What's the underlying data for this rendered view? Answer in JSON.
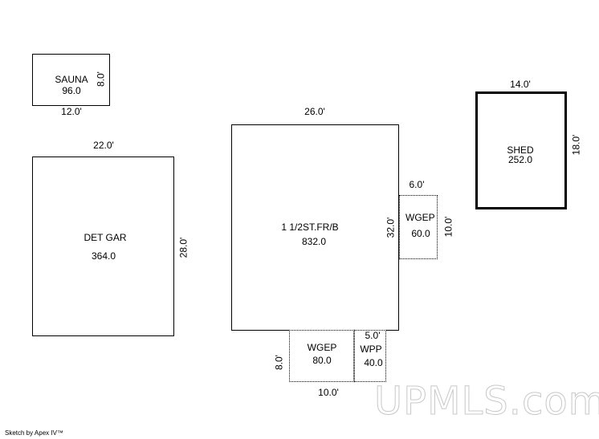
{
  "sauna": {
    "name": "SAUNA",
    "area": "96.0",
    "width": "12.0'",
    "height": "8.0'"
  },
  "det_gar": {
    "name": "DET GAR",
    "area": "364.0",
    "width": "22.0'",
    "height": "28.0'"
  },
  "house": {
    "name": "1 1/2ST.FR/B",
    "area": "832.0",
    "width": "26.0'",
    "height": "32.0'"
  },
  "wgep_side": {
    "name": "WGEP",
    "area": "60.0",
    "width": "6.0'",
    "height": "10.0'"
  },
  "wgep_bottom": {
    "name": "WGEP",
    "area": "80.0",
    "width": "10.0'",
    "height": "8.0'"
  },
  "wpp": {
    "name": "WPP",
    "area": "40.0",
    "width": "5.0'"
  },
  "shed": {
    "name": "SHED",
    "area": "252.0",
    "width": "14.0'",
    "height": "18.0'"
  },
  "watermark": "UPMLS.com",
  "credit": "Sketch by Apex IV™"
}
